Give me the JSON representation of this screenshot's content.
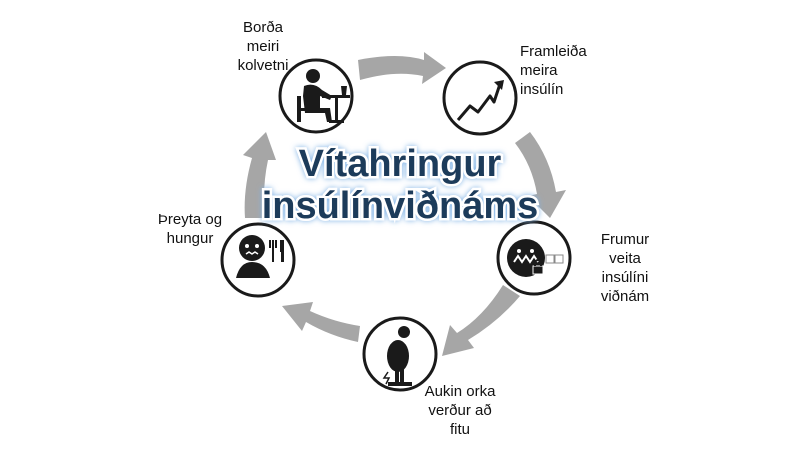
{
  "title": {
    "line1": "Vítahringur",
    "line2": "insúlínviðnáms"
  },
  "steps": [
    {
      "label": "Borða\nmeiri\nkolvetni",
      "icon": "person-eating-icon"
    },
    {
      "label": "Framleiða\nmeira\ninsúlín",
      "icon": "rising-trend-icon"
    },
    {
      "label": "Frumur\nveita\ninsúlíni\nviðnám",
      "icon": "locked-cell-icon"
    },
    {
      "label": "Aukin orka\nverður að\nfitu",
      "icon": "overweight-person-icon"
    },
    {
      "label": "Þreyta og\nhungur",
      "icon": "tired-hungry-icon"
    }
  ],
  "colors": {
    "arrow": "#a6a6a6",
    "icon_ring": "#1a1a1a",
    "title_text": "#1f3a5a",
    "title_glow": "#7fb2e5"
  }
}
